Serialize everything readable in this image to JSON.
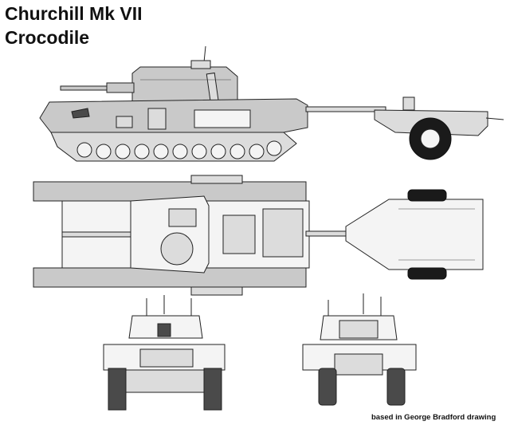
{
  "title_line1": "Churchill Mk VII",
  "title_line2": "Crocodile",
  "credit": "based in George Bradford drawing",
  "colors": {
    "ink": "#222222",
    "hull_fill": "#c9c9c9",
    "light_fill": "#dcdcdc",
    "background": "#ffffff"
  }
}
